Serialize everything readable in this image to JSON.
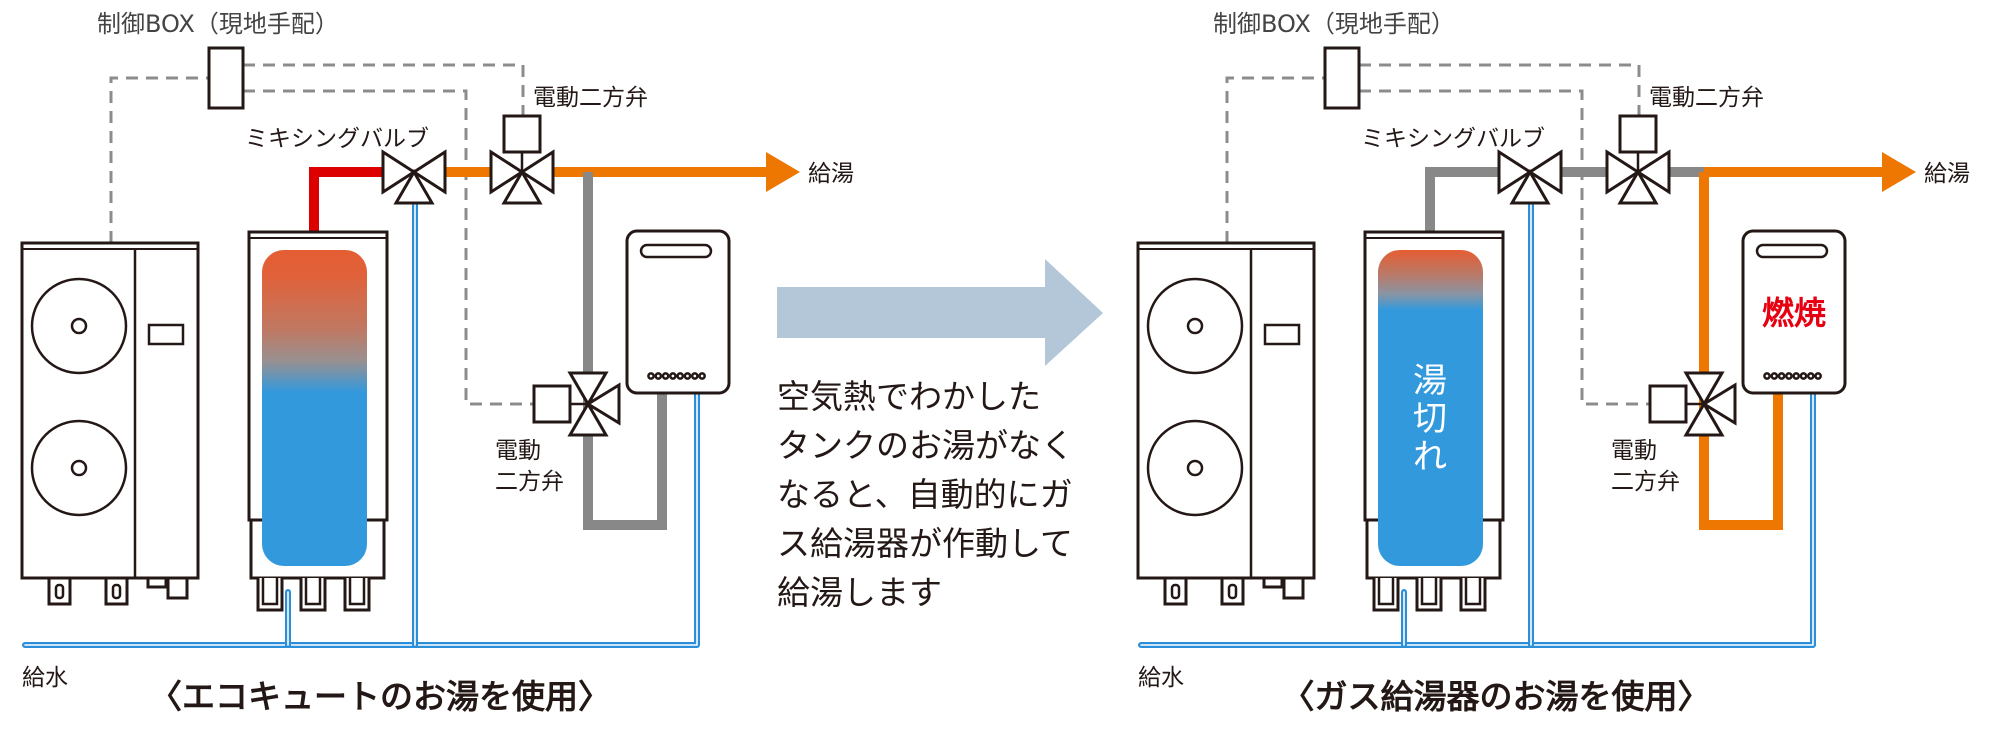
{
  "colors": {
    "hot_red": "#dc0000",
    "hot_orange": "#ed7700",
    "pipe_gray": "#888888",
    "water_blue": "#2a8fd8",
    "tank_hot": "#e55e33",
    "tank_cold": "#3399dd",
    "big_arrow": "#b3c7d8",
    "burn_red": "#e60012",
    "dash_gray": "#8c8c8c"
  },
  "panels": [
    {
      "id": "ecocute",
      "state": "ecocute-supplying",
      "labels": {
        "control_box": "制御BOX（現地手配）",
        "motor_valve_top": "電動二方弁",
        "mixing_valve": "ミキシングバルブ",
        "hot_water_out": "給湯",
        "motor_valve_side_line1": "電動",
        "motor_valve_side_line2": "二方弁",
        "water_in": "給水",
        "caption": "〈エコキュートのお湯を使用〉"
      },
      "tank_text": "",
      "heater_text": "",
      "tank_hot_fraction": 0.55
    },
    {
      "id": "gas",
      "state": "gas-heater-supplying",
      "labels": {
        "control_box": "制御BOX（現地手配）",
        "motor_valve_top": "電動二方弁",
        "mixing_valve": "ミキシングバルブ",
        "hot_water_out": "給湯",
        "motor_valve_side_line1": "電動",
        "motor_valve_side_line2": "二方弁",
        "water_in": "給水",
        "caption": "〈ガス給湯器のお湯を使用〉"
      },
      "tank_text": [
        "湯",
        "切",
        "れ"
      ],
      "heater_text": "燃焼",
      "tank_hot_fraction": 0.2
    }
  ],
  "transition": {
    "description_lines": [
      "空気熱でわかした",
      "タンクのお湯がなく",
      "なると、自動的にガ",
      "ス給湯器が作動して",
      "給湯します"
    ]
  }
}
